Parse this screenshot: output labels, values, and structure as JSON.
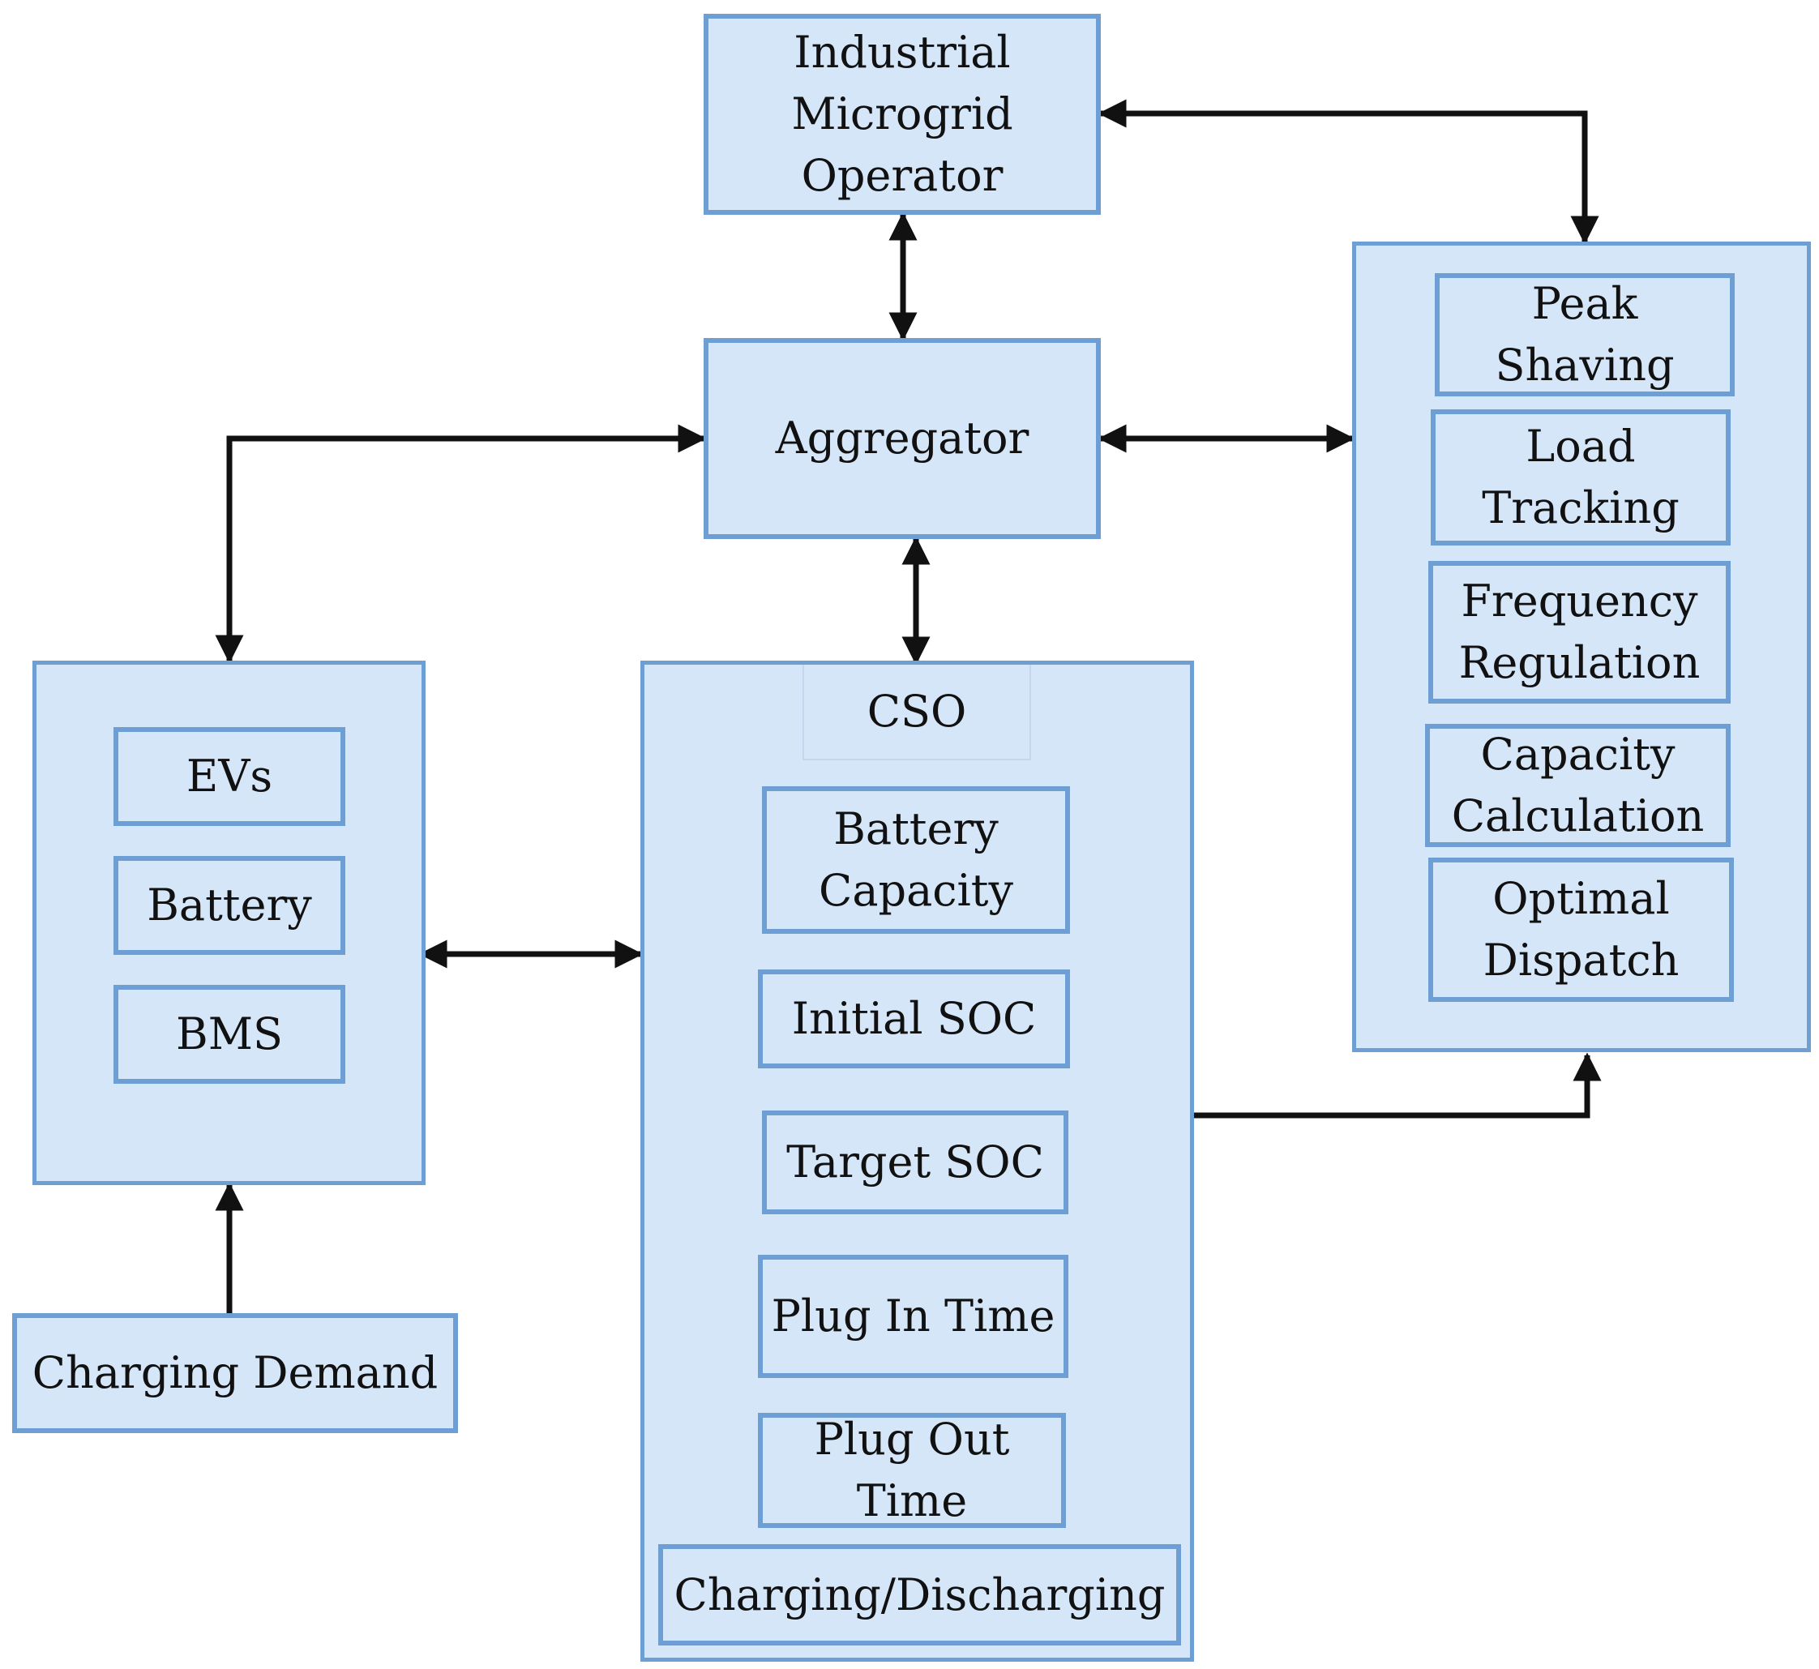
{
  "nodes": {
    "operator": "Industrial\nMicrogrid\nOperator",
    "aggregator": "Aggregator",
    "cso": "CSO",
    "ev_items": [
      "EVs",
      "Battery",
      "BMS"
    ],
    "cso_items": [
      "Battery\nCapacity",
      "Initial SOC",
      "Target SOC",
      "Plug In Time",
      "Plug Out\nTime",
      "Charging/Discharging"
    ],
    "service_items": [
      "Peak\nShaving",
      "Load\nTracking",
      "Frequency\nRegulation",
      "Capacity\nCalculation",
      "Optimal\nDispatch"
    ],
    "charging_demand": "Charging Demand"
  },
  "colors": {
    "box_fill": "#d5e6f8",
    "box_border": "#6d9fd4",
    "arrow": "#111111"
  }
}
